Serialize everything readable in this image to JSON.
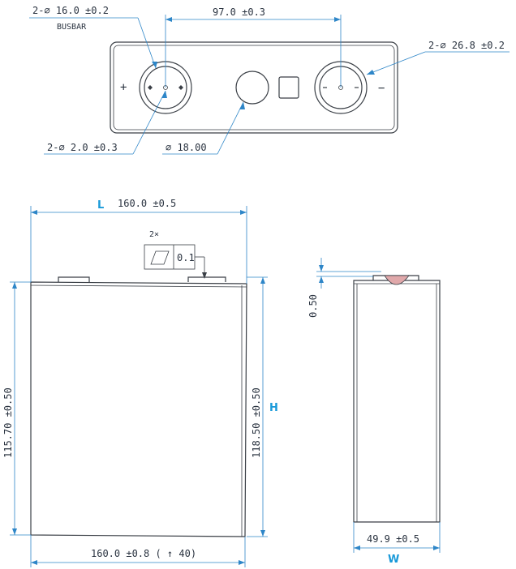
{
  "colors": {
    "dimension": "#2e86c8",
    "outline": "#3a3f46",
    "text": "#2a3340",
    "accent": "#1a9ad9",
    "vent": "#e0a8aa"
  },
  "top_view": {
    "busbar_dia": "2-∅ 16.0 ±0.2",
    "busbar_label": "BUSBAR",
    "terminal_pitch": "97.0 ±0.3",
    "terminal_dia": "2-∅ 26.8 ±0.2",
    "pin_dia": "2-∅ 2.0 ±0.3",
    "vent_dia": "∅ 18.00",
    "plus_sign": "+",
    "minus_sign": "−"
  },
  "front_view": {
    "length_letter": "L",
    "length_top": "160.0 ±0.5",
    "length_bottom": "160.0 ±0.8 ( ↑ 40)",
    "height_left": "115.70 ±0.50",
    "height_right": "118.50 ±0.50",
    "height_letter": "H",
    "tolerance_count": "2×",
    "flatness_value": "0.1"
  },
  "side_view": {
    "terminal_offset": "0.50",
    "width": "49.9 ±0.5",
    "width_letter": "W"
  }
}
